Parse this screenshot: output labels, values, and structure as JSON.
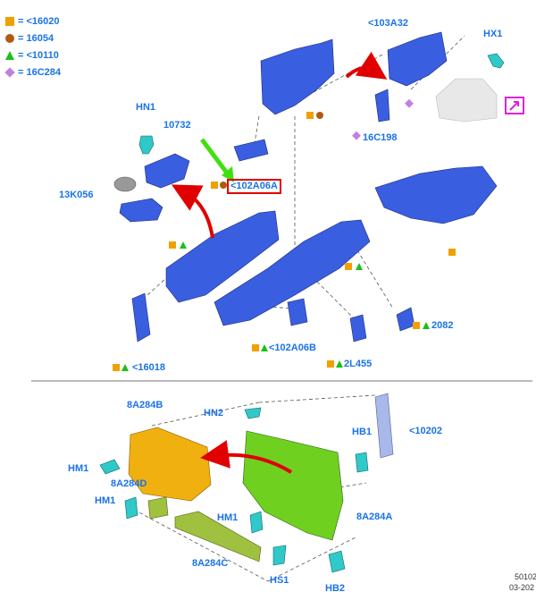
{
  "legend": [
    {
      "symbol": "square",
      "color": "#f0a000",
      "label": "= <16020"
    },
    {
      "symbol": "circle",
      "color": "#b05a10",
      "label": "= 16054"
    },
    {
      "symbol": "triangle",
      "color": "#18c018",
      "label": "= <10110"
    },
    {
      "symbol": "diamond",
      "color": "#c080e0",
      "label": "= 16C284"
    }
  ],
  "parts_top": {
    "p103a32": "<103A32",
    "hx1": "HX1",
    "hn1": "HN1",
    "p10732": "10732",
    "p16c198": "16C198",
    "p13k056": "13K056",
    "p102a06a": "<102A06A",
    "p2082": "2082",
    "p102a06b": "<102A06B",
    "p16018": "<16018",
    "p2l455": "2L455"
  },
  "parts_bottom": {
    "p8a284b": "8A284B",
    "hn2": "HN2",
    "p10202": "<10202",
    "hb1": "HB1",
    "hm1_a": "HM1",
    "p8a284d": "8A284D",
    "hm1_b": "HM1",
    "hm1_c": "HM1",
    "p8a284a": "8A284A",
    "p8a284c": "8A284C",
    "hs1": "HS1",
    "hb2": "HB2"
  },
  "footer": {
    "code": "50102",
    "date": "03-202"
  },
  "colors": {
    "blue_part": "#3a5ee0",
    "yellow_part": "#f0b010",
    "green_part": "#70d020",
    "cyan_fastener": "#30c8c8",
    "label_blue": "#1a73e8",
    "arrow_red": "#e00000",
    "arrow_green": "#40e010"
  }
}
